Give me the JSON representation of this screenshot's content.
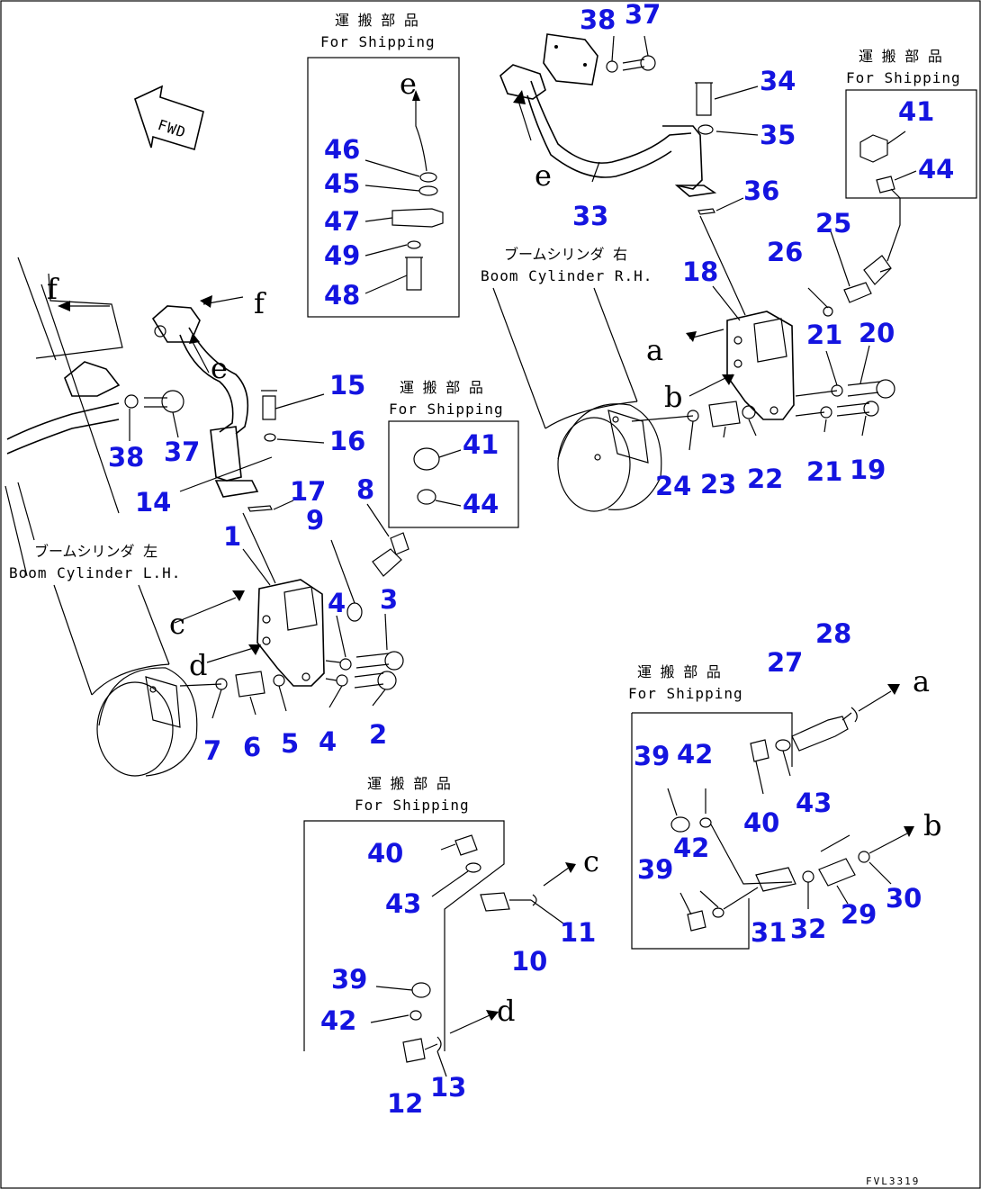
{
  "box_labels": {
    "jp": "運 搬 部 品",
    "en": "For Shipping"
  },
  "cylinder_labels": {
    "right_jp": "ブームシリンダ 右",
    "right_en": "Boom Cylinder R.H.",
    "left_jp": "ブームシリンダ 左",
    "left_en": "Boom Cylinder L.H."
  },
  "fwd_label": "FWD",
  "figure_code": "FVL3319",
  "connectors": [
    "e",
    "e",
    "f",
    "f",
    "e",
    "a",
    "b",
    "c",
    "d",
    "a",
    "b",
    "c",
    "d"
  ],
  "part_numbers": [
    "1",
    "2",
    "3",
    "4",
    "4",
    "5",
    "6",
    "7",
    "8",
    "9",
    "10",
    "11",
    "12",
    "13",
    "14",
    "15",
    "16",
    "17",
    "18",
    "19",
    "20",
    "21",
    "21",
    "22",
    "23",
    "24",
    "25",
    "26",
    "27",
    "28",
    "29",
    "30",
    "31",
    "32",
    "33",
    "34",
    "35",
    "36",
    "37",
    "38",
    "37",
    "38",
    "39",
    "39",
    "39",
    "40",
    "40",
    "41",
    "41",
    "41",
    "42",
    "42",
    "42",
    "43",
    "43",
    "44",
    "44",
    "45",
    "46",
    "47",
    "48",
    "49"
  ]
}
